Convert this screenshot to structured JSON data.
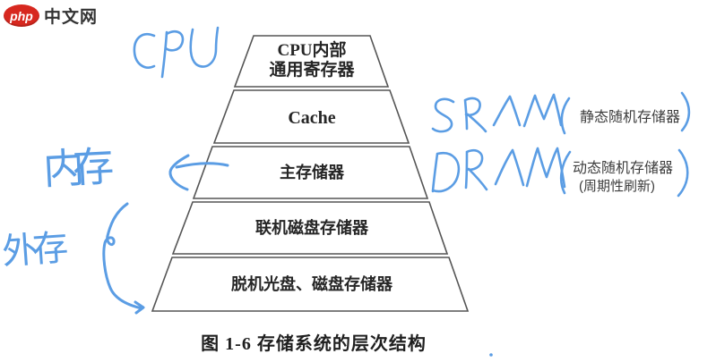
{
  "logo": {
    "badge_text": "php",
    "site_name": "中文网",
    "badge_color": "#d7281f"
  },
  "figure": {
    "caption": "图 1-6  存储系统的层次结构",
    "levels": [
      {
        "line1": "CPU内部",
        "line2": "通用寄存器"
      },
      {
        "line1": "Cache"
      },
      {
        "line1": "主存储器"
      },
      {
        "line1": "联机磁盘存储器"
      },
      {
        "line1": "脱机光盘、磁盘存储器"
      }
    ]
  },
  "annotations": {
    "ink_color": "#5b9de4",
    "cpu_note": "CPU",
    "neicun_note": "内存",
    "waicun_note": "外存",
    "sram_note": "SRAM(",
    "sram_close": ")",
    "sram_label": "静态随机存储器",
    "dram_note": "DRAM(",
    "dram_close": ")",
    "dram_label": "动态随机存储器",
    "dram_sublabel": "(周期性刷新)"
  }
}
